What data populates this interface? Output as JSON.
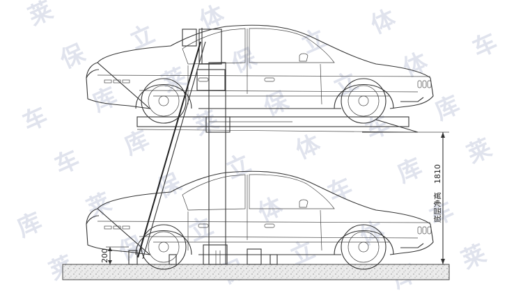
{
  "watermark": {
    "text": "莱保立体车库",
    "color": "#c7cde0",
    "chars": [
      "莱",
      "保",
      "立",
      "体",
      "车",
      "库"
    ]
  },
  "dimensions": {
    "clearance_label": "底层净高",
    "clearance_value": "1810",
    "ground_height": "200"
  },
  "colors": {
    "line": "#333333",
    "ground_fill": "#ebebeb"
  }
}
